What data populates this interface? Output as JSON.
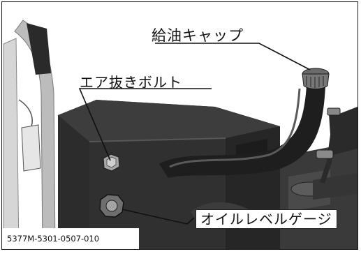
{
  "labels": {
    "fuel_cap": "給油キャップ",
    "bleed_bolt": "エア抜きボルト",
    "oil_level_gauge": "オイルレベルゲージ"
  },
  "figure_code": "5377M-5301-0507-010",
  "colors": {
    "tank_dark": "#2c2c2c",
    "tank_mid": "#3d3d3d",
    "tank_light": "#575757",
    "frame_grey": "#bcbcbc",
    "leader_line": "#111111"
  }
}
